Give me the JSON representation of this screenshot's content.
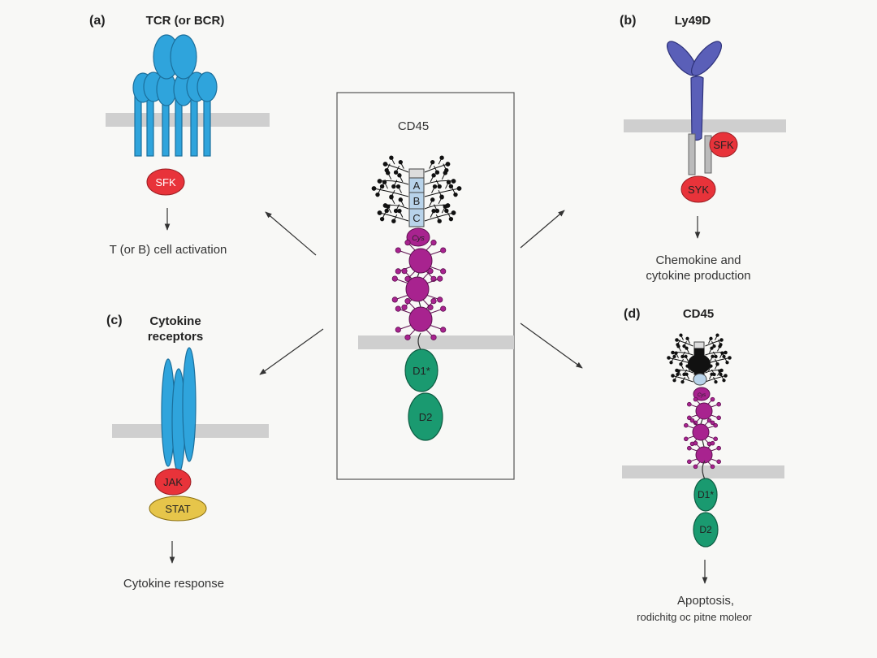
{
  "panels": {
    "a": {
      "letter": "(a)",
      "title": "TCR (or BCR)",
      "kinase": "SFK",
      "outcome": "T (or B) cell activation"
    },
    "b": {
      "letter": "(b)",
      "title": "Ly49D",
      "kinase_top": "SFK",
      "kinase_bottom": "SYK",
      "outcome_line1": "Chemokine and",
      "outcome_line2": "cytokine production"
    },
    "c": {
      "letter": "(c)",
      "title_line1": "Cytokine",
      "title_line2": "receptors",
      "kinase": "JAK",
      "factor": "STAT",
      "outcome": "Cytokine response"
    },
    "d": {
      "letter": "(d)",
      "title": "CD45",
      "domain1": "D1*",
      "domain2": "D2",
      "cys": "Cys",
      "outcome_line1": "Apoptosis,",
      "outcome_line2": "rodichitg oc pitne moleor"
    },
    "center": {
      "title": "CD45",
      "exon_a": "A",
      "exon_b": "B",
      "exon_c": "C",
      "cys": "Cys",
      "domain1": "D1*",
      "domain2": "D2"
    }
  },
  "colors": {
    "membrane": "#cfcfcf",
    "receptor_blue": "#2fa4dc",
    "ly49d_purple": "#5a5fb8",
    "kinase_red": "#e8333a",
    "stat_yellow": "#e6c54a",
    "fn3_magenta": "#a8238f",
    "phosphatase_green": "#1a9a70",
    "exon_lightblue": "#b8d3ea",
    "glycan_black": "#111111"
  },
  "icons": [
    "arrow-up-left",
    "arrow-up-right",
    "arrow-down-left",
    "arrow-down-right",
    "arrow-down"
  ]
}
